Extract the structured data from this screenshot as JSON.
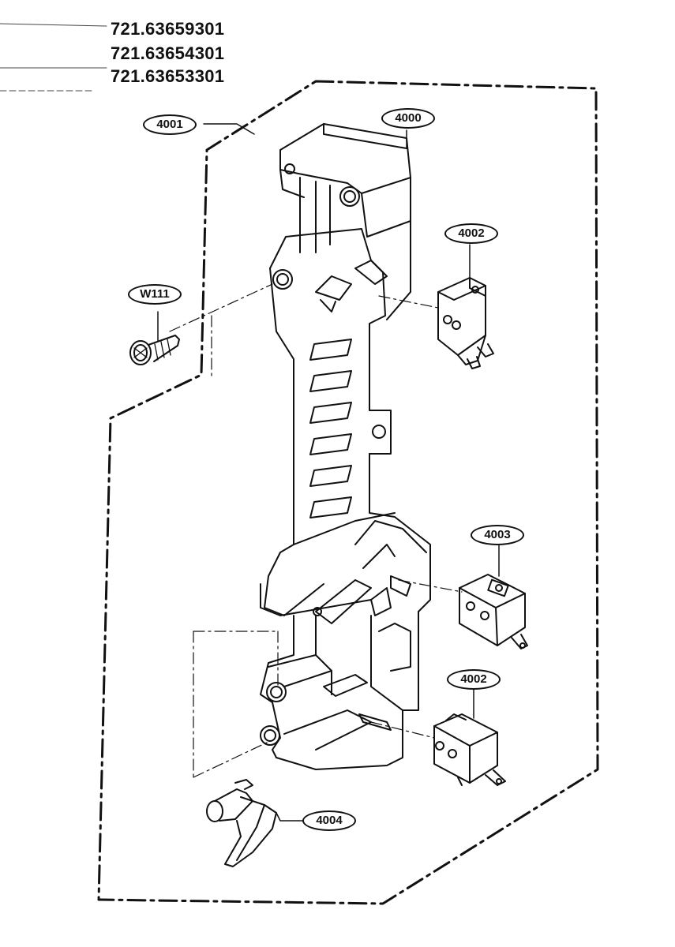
{
  "models": [
    "721.63659301",
    "721.63654301",
    "721.63653301"
  ],
  "parts": {
    "p4000": "4000",
    "p4001": "4001",
    "p4002a": "4002",
    "p4002b": "4002",
    "p4003": "4003",
    "p4004": "4004",
    "w111": "W111"
  }
}
